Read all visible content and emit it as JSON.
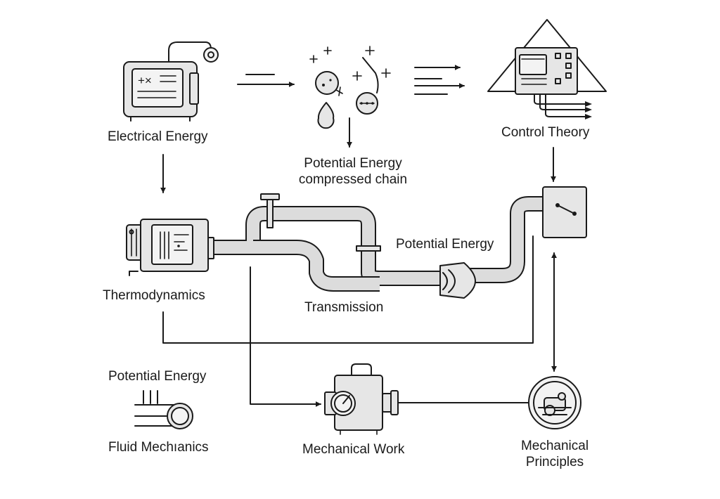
{
  "labels": {
    "electrical_energy": "Electrical Energy",
    "potential_energy_chain_1": "Potential Energy",
    "potential_energy_chain_2": "compressed chain",
    "control_theory": "Control Theory",
    "thermodynamics": "Thermodynamics",
    "potential_energy_pipe": "Potential Energy",
    "transmission": "Transmission",
    "potential_energy_fluid": "Potential Energy",
    "fluid_mechanics": "Fluid Mechıanics",
    "mechanical_work": "Mechanical Work",
    "mechanical_principles_1": "Mechanical",
    "mechanical_principles_2": "Principles"
  },
  "colors": {
    "stroke": "#1a1a1a",
    "fill_gray": "#e6e6e6",
    "fill_pale": "#f3f3f3",
    "background": "#ffffff"
  },
  "icons": [
    "generator-icon",
    "charged-particles-icon",
    "control-panel-icon",
    "engine-icon",
    "pipeline-icon",
    "valve-box-icon",
    "coupling-icon",
    "fluid-roller-icon",
    "pump-gauge-icon",
    "gear-mechanism-icon"
  ]
}
